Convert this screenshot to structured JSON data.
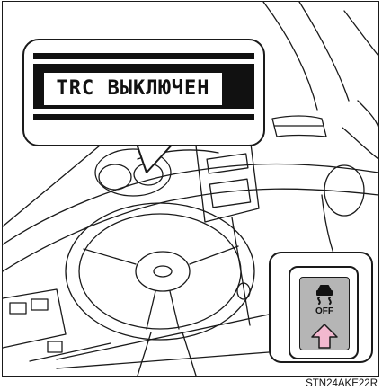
{
  "callout": {
    "message": "TRC ВЫКЛЮЧЕН"
  },
  "button": {
    "icon": "traction-skid-icon",
    "label": "OFF"
  },
  "indicator": {
    "icon": "press-arrow-icon",
    "color": "#f2b8cf"
  },
  "figure": {
    "code": "STN24AKE22R"
  }
}
